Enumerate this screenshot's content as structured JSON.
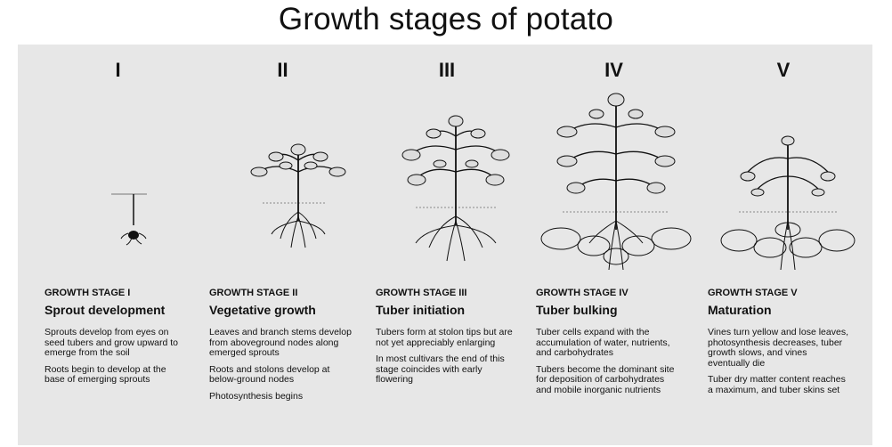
{
  "title": "Growth stages of potato",
  "stages": [
    {
      "numeral": "I",
      "label": "GROWTH STAGE I",
      "name": "Sprout development",
      "paragraphs": [
        "Sprouts develop from eyes on seed tubers and grow upward to emerge from the soil",
        "Roots begin to develop at the base of emerging sprouts"
      ]
    },
    {
      "numeral": "II",
      "label": "GROWTH STAGE II",
      "name": "Vegetative growth",
      "paragraphs": [
        "Leaves and branch stems develop from aboveground nodes along emerged sprouts",
        "Roots and stolons develop at below-ground nodes",
        "Photosynthesis begins"
      ]
    },
    {
      "numeral": "III",
      "label": "GROWTH STAGE III",
      "name": "Tuber initiation",
      "paragraphs": [
        "Tubers form at stolon tips but are not yet appreciably enlarging",
        "In most cultivars the end of this stage coincides with early flowering"
      ]
    },
    {
      "numeral": "IV",
      "label": "GROWTH STAGE IV",
      "name": "Tuber bulking",
      "paragraphs": [
        "Tuber cells expand with the accumulation of water, nutrients, and carbohydrates",
        "Tubers become the dominant site for deposition of carbohydrates and mobile inorganic nutrients"
      ]
    },
    {
      "numeral": "V",
      "label": "GROWTH STAGE V",
      "name": "Maturation",
      "paragraphs": [
        "Vines turn yellow and lose leaves, photosynthesis decreases, tuber growth slows, and vines eventually die",
        "Tuber dry matter content reaches a maximum, and tuber skins set"
      ]
    }
  ]
}
